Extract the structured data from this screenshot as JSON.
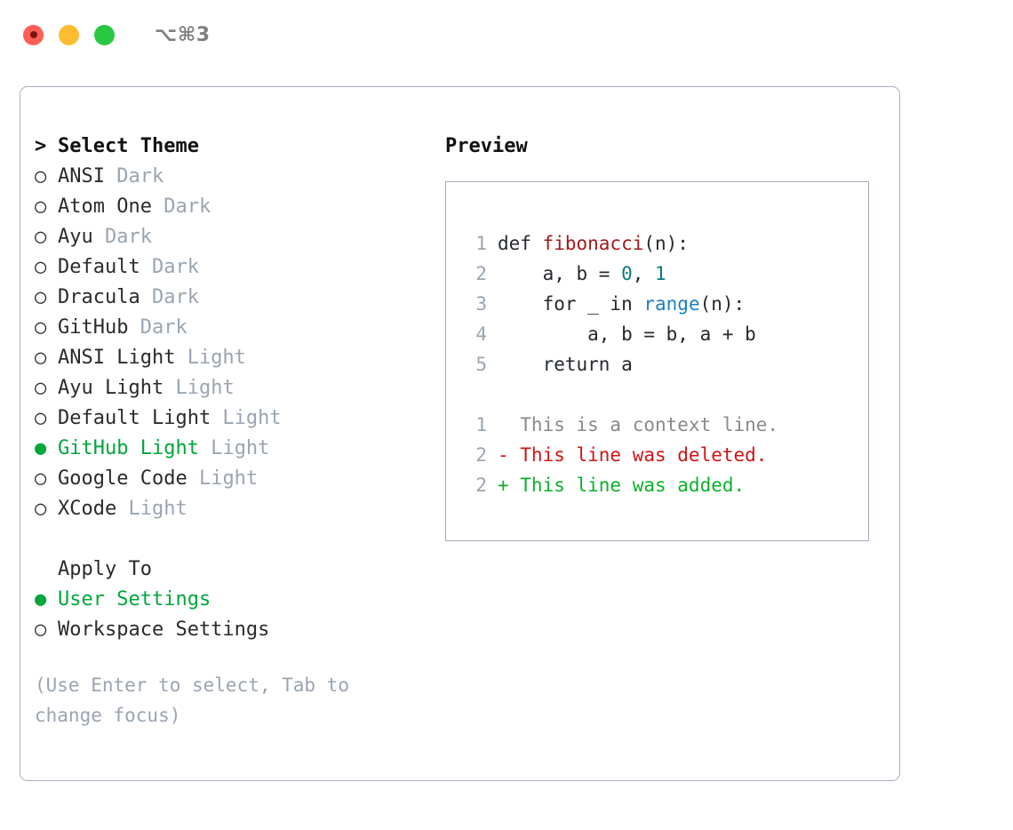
{
  "titlebar": {
    "dots": [
      "close-dot",
      "minimize-dot",
      "maximize-dot"
    ],
    "shortcut": "⌥⌘3"
  },
  "theme_panel": {
    "header_caret": ">",
    "header_label": "Select Theme",
    "radio_empty": "○",
    "radio_filled": "●",
    "items": [
      {
        "label": "ANSI",
        "suffix": "Dark",
        "selected": false
      },
      {
        "label": "Atom One",
        "suffix": "Dark",
        "selected": false
      },
      {
        "label": "Ayu",
        "suffix": "Dark",
        "selected": false
      },
      {
        "label": "Default",
        "suffix": "Dark",
        "selected": false
      },
      {
        "label": "Dracula",
        "suffix": "Dark",
        "selected": false
      },
      {
        "label": "GitHub",
        "suffix": "Dark",
        "selected": false
      },
      {
        "label": "ANSI Light",
        "suffix": "Light",
        "selected": false
      },
      {
        "label": "Ayu Light",
        "suffix": "Light",
        "selected": false
      },
      {
        "label": "Default Light",
        "suffix": "Light",
        "selected": false
      },
      {
        "label": "GitHub Light",
        "suffix": "Light",
        "selected": true
      },
      {
        "label": "Google Code",
        "suffix": "Light",
        "selected": false
      },
      {
        "label": "XCode",
        "suffix": "Light",
        "selected": false
      }
    ]
  },
  "apply_to": {
    "heading": "Apply To",
    "options": [
      {
        "label": "User Settings",
        "selected": true
      },
      {
        "label": "Workspace Settings",
        "selected": false
      }
    ]
  },
  "hint": "(Use Enter to select, Tab to change focus)",
  "preview": {
    "title": "Preview",
    "code_lines": [
      {
        "num": "1",
        "tokens": [
          {
            "t": "def ",
            "c": "plain"
          },
          {
            "t": "fibonacci",
            "c": "fn"
          },
          {
            "t": "(n):",
            "c": "plain"
          }
        ]
      },
      {
        "num": "2",
        "tokens": [
          {
            "t": "    a, b = ",
            "c": "plain"
          },
          {
            "t": "0",
            "c": "num"
          },
          {
            "t": ", ",
            "c": "plain"
          },
          {
            "t": "1",
            "c": "num"
          }
        ]
      },
      {
        "num": "3",
        "tokens": [
          {
            "t": "    for _ in ",
            "c": "plain"
          },
          {
            "t": "range",
            "c": "builtin"
          },
          {
            "t": "(n):",
            "c": "plain"
          }
        ]
      },
      {
        "num": "4",
        "tokens": [
          {
            "t": "        a, b = b, a + b",
            "c": "plain"
          }
        ]
      },
      {
        "num": "5",
        "tokens": [
          {
            "t": "    return a",
            "c": "plain"
          }
        ]
      }
    ],
    "diff_lines": [
      {
        "num": "1",
        "text": "  This is a context line.",
        "kind": "ctx"
      },
      {
        "num": "2",
        "text": "- This line was deleted.",
        "kind": "del"
      },
      {
        "num": "2",
        "text": "+ This line was added.",
        "kind": "add"
      }
    ]
  },
  "colors": {
    "accent_green": "#00a63c",
    "muted": "#9aa5b1",
    "border": "#a8b2bf",
    "code_fn_red": "#a3191b",
    "code_number_teal": "#0b7b7b",
    "code_builtin_blue": "#1b80c0",
    "diff_deleted_red": "#d01414",
    "diff_added_green": "#0bb02b"
  }
}
